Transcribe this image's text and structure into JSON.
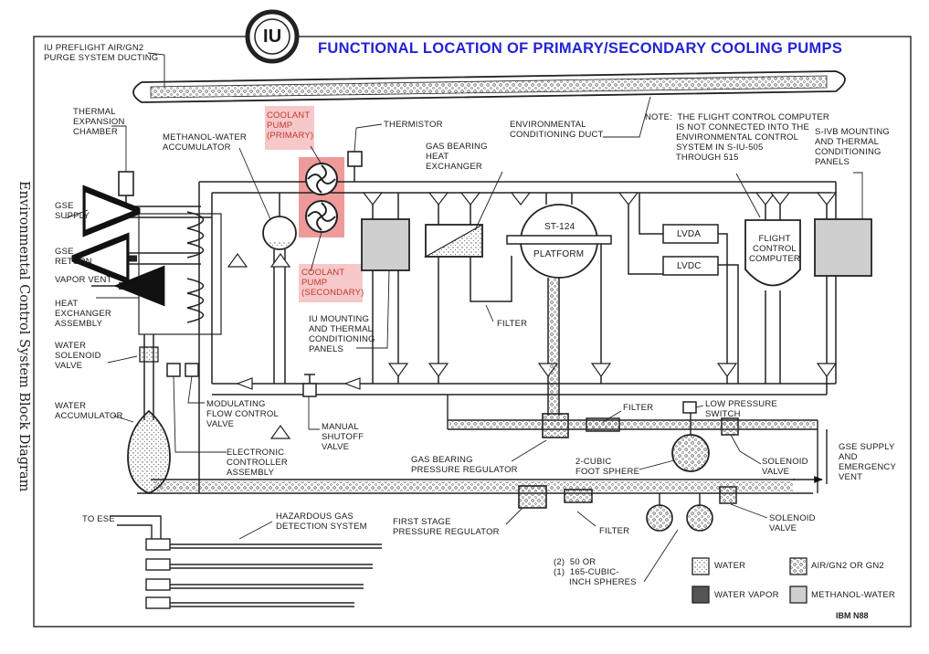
{
  "header": {
    "logo_text": "IU",
    "title": "FUNCTIONAL LOCATION OF PRIMARY/SECONDARY COOLING PUMPS",
    "side_title": "Environmental Control System Block Diagram",
    "footer_code": "IBM N88"
  },
  "labels": {
    "purge_ducting": "IU PREFLIGHT AIR/GN2\nPURGE SYSTEM DUCTING",
    "thermal_expansion": "THERMAL\nEXPANSION\nCHAMBER",
    "methanol_accumulator": "METHANOL-WATER\nACCUMULATOR",
    "coolant_pump_primary": "COOLANT\nPUMP\n(PRIMARY)",
    "coolant_pump_secondary": "COOLANT\nPUMP\n(SECONDARY)",
    "thermistor": "THERMISTOR",
    "env_duct": "ENVIRONMENTAL\nCONDITIONING DUCT",
    "note": "NOTE:  THE FLIGHT CONTROL COMPUTER\n            IS NOT CONNECTED INTO THE\n            ENVIRONMENTAL CONTROL\n            SYSTEM IN S-IU-505\n            THROUGH 515",
    "gas_bearing_hx": "GAS BEARING\nHEAT\nEXCHANGER",
    "st124": "ST-124",
    "platform": "PLATFORM",
    "lvda": "LVDA",
    "lvdc": "LVDC",
    "flight_control_computer": "FLIGHT\nCONTROL\nCOMPUTER",
    "sivb_panels": "S-IVB MOUNTING\nAND THERMAL\nCONDITIONING\nPANELS",
    "gse_supply": "GSE\nSUPPLY",
    "gse_return": "GSE\nRETURN",
    "vapor_vent": "VAPOR VENT",
    "hx_assembly": "HEAT\nEXCHANGER\nASSEMBLY",
    "water_solenoid": "WATER\nSOLENOID\nVALVE",
    "water_accumulator": "WATER\nACCUMULATOR",
    "iu_panels": "IU MOUNTING\nAND THERMAL\nCONDITIONING\nPANELS",
    "filter1": "FILTER",
    "modulating_valve": "MODULATING\nFLOW CONTROL\nVALVE",
    "manual_shutoff": "MANUAL\nSHUTOFF\nVALVE",
    "electronic_controller": "ELECTRONIC\nCONTROLLER\nASSEMBLY",
    "filter2": "FILTER",
    "low_pressure_switch": "LOW PRESSURE\nSWITCH",
    "gas_bearing_regulator": "GAS BEARING\nPRESSURE REGULATOR",
    "two_cubic_sphere": "2-CUBIC\nFOOT SPHERE",
    "solenoid_valve1": "SOLENOID\nVALVE",
    "gse_supply_vent": "GSE SUPPLY\nAND\nEMERGENCY\nVENT",
    "to_ese": "TO ESE",
    "hazardous_gas": "HAZARDOUS GAS\nDETECTION SYSTEM",
    "first_stage_regulator": "FIRST STAGE\nPRESSURE REGULATOR",
    "filter3": "FILTER",
    "solenoid_valve2": "SOLENOID\nVALVE",
    "spheres_note": "(2)  50 OR\n(1)  165-CUBIC-\n      INCH SPHERES"
  },
  "legend": {
    "water": "WATER",
    "air_gn2": "AIR/GN2 OR GN2",
    "water_vapor": "WATER VAPOR",
    "methanol_water": "METHANOL-WATER"
  },
  "colors": {
    "title_blue": "#2323d4",
    "highlight_red": "#e8787a",
    "highlight_text": "#c0392b"
  }
}
